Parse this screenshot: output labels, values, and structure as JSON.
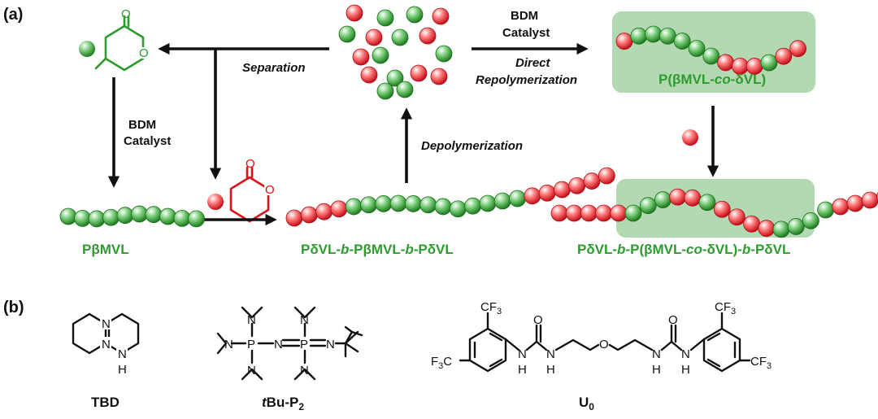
{
  "panel_a_label": "(a)",
  "panel_b_label": "(b)",
  "arrows": {
    "separation": "Separation",
    "bdm_top_1": "BDM",
    "bdm_top_2": "Catalyst",
    "direct_1": "Direct",
    "direct_2": "Repolymerization",
    "bdm_left_1": "BDM",
    "bdm_left_2": "Catalyst",
    "depolymerization": "Depolymerization"
  },
  "polymers": {
    "homopolymer": "PβMVL",
    "triblock": [
      "Pδ",
      "VL-",
      "b",
      "-PβMVL-",
      "b",
      "-PδVL"
    ],
    "random": [
      "P(βMVL-",
      "co",
      "-δVL)"
    ],
    "final": [
      "PδVL-",
      "b",
      "-P(βMVL-",
      "co",
      "-δVL)-",
      "b",
      "-PδVL"
    ]
  },
  "catalysts": {
    "tbd": "TBD",
    "p2_italic": "t",
    "p2_main": "Bu-P",
    "p2_sub": "2",
    "u0_main": "U",
    "u0_sub": "0"
  },
  "atoms": {
    "O": "O",
    "N": "N",
    "P": "P",
    "H": "H",
    "CF3": "CF",
    "F3C": "F",
    "sub3": "3"
  },
  "colors": {
    "green": "#2e9b2e",
    "red": "#e0101a",
    "box": "#a9d4a9"
  }
}
